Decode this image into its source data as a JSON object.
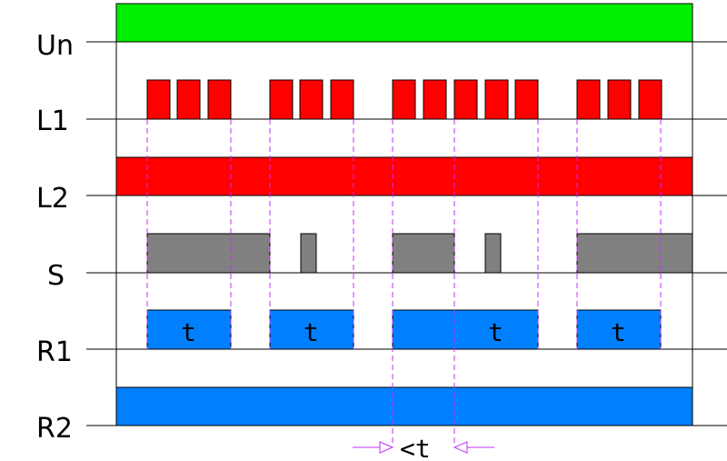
{
  "labels": {
    "un": "Un",
    "l1": "L1",
    "l2": "L2",
    "s": "S",
    "r1": "R1",
    "r2": "R2"
  },
  "timer_label": "t",
  "less_than_t_label": "<t",
  "colors": {
    "supply": "#00ee00",
    "lamp": "#ff0000",
    "switch": "#808080",
    "relay": "#0080ff",
    "marker": "#c030ff",
    "line": "#000000"
  }
}
